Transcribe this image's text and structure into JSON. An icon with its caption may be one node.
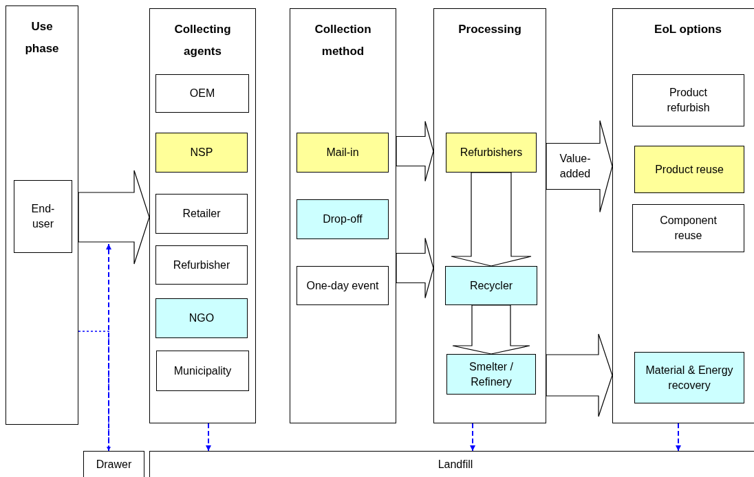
{
  "diagram": {
    "nodes": [
      {
        "text": [
          "Use phase"
        ]
      },
      {
        "text": [
          "End-user"
        ],
        "in": 0
      },
      {
        "text": [
          "Collecting agents"
        ]
      },
      {
        "text": [
          "OEM"
        ],
        "in": 2
      },
      {
        "text": [
          "NSP"
        ],
        "in": 2
      },
      {
        "text": [
          "Retailer"
        ],
        "in": 2
      },
      {
        "text": [
          "Refurbisher"
        ],
        "in": 2
      },
      {
        "text": [
          "NGO"
        ],
        "in": 2
      },
      {
        "text": [
          "Municipality"
        ],
        "in": 2
      },
      {
        "text": [
          "Collection method"
        ]
      },
      {
        "text": [
          "Mail-in"
        ],
        "in": 9
      },
      {
        "text": [
          "Drop-off"
        ],
        "in": 9
      },
      {
        "text": [
          "One-day event"
        ],
        "in": 9
      },
      {
        "text": [
          "Processing"
        ]
      },
      {
        "text": [
          "Refurbishers"
        ],
        "in": 13
      },
      {
        "text": [
          "Recycler"
        ],
        "in": 13
      },
      {
        "text": [
          "Smelter / Refinery"
        ],
        "in": 13
      },
      {
        "text": [
          "EoL options"
        ]
      },
      {
        "text": [
          "Product refurbish"
        ],
        "in": 17
      },
      {
        "text": [
          "Product reuse"
        ],
        "in": 17
      },
      {
        "text": [
          "Component reuse"
        ],
        "in": 17
      },
      {
        "text": [
          "Material & Energy recovery"
        ],
        "in": 17
      },
      {
        "text": [
          "Drawer"
        ]
      },
      {
        "text": [
          "Landfill"
        ]
      }
    ],
    "edges": [
      {
        "from": 0,
        "to": 2,
        "arrow": "to"
      },
      {
        "from": 9,
        "to": 13,
        "arrow": "to"
      },
      {
        "from": 9,
        "to": 13,
        "arrow": "to"
      },
      {
        "from": 14,
        "to": 15,
        "arrow": "to"
      },
      {
        "from": 15,
        "to": 16,
        "arrow": "to"
      },
      {
        "from": 13,
        "to": 17,
        "arrow": "to",
        "label": "Value-added"
      },
      {
        "from": 13,
        "to": 17,
        "arrow": "to"
      },
      {
        "from": 0,
        "to": 22,
        "arrow": "to",
        "style": "dashed",
        "color": "#0000ff"
      },
      {
        "from": 22,
        "to": null,
        "arrow": "to",
        "style": "dashed",
        "color": "#0000ff"
      },
      {
        "from": 2,
        "to": 23,
        "arrow": "to",
        "style": "dashed",
        "color": "#0000ff"
      },
      {
        "from": 13,
        "to": 23,
        "arrow": "to",
        "style": "dashed",
        "color": "#0000ff"
      },
      {
        "from": 17,
        "to": 23,
        "arrow": "to",
        "style": "dashed",
        "color": "#0000ff"
      }
    ]
  }
}
